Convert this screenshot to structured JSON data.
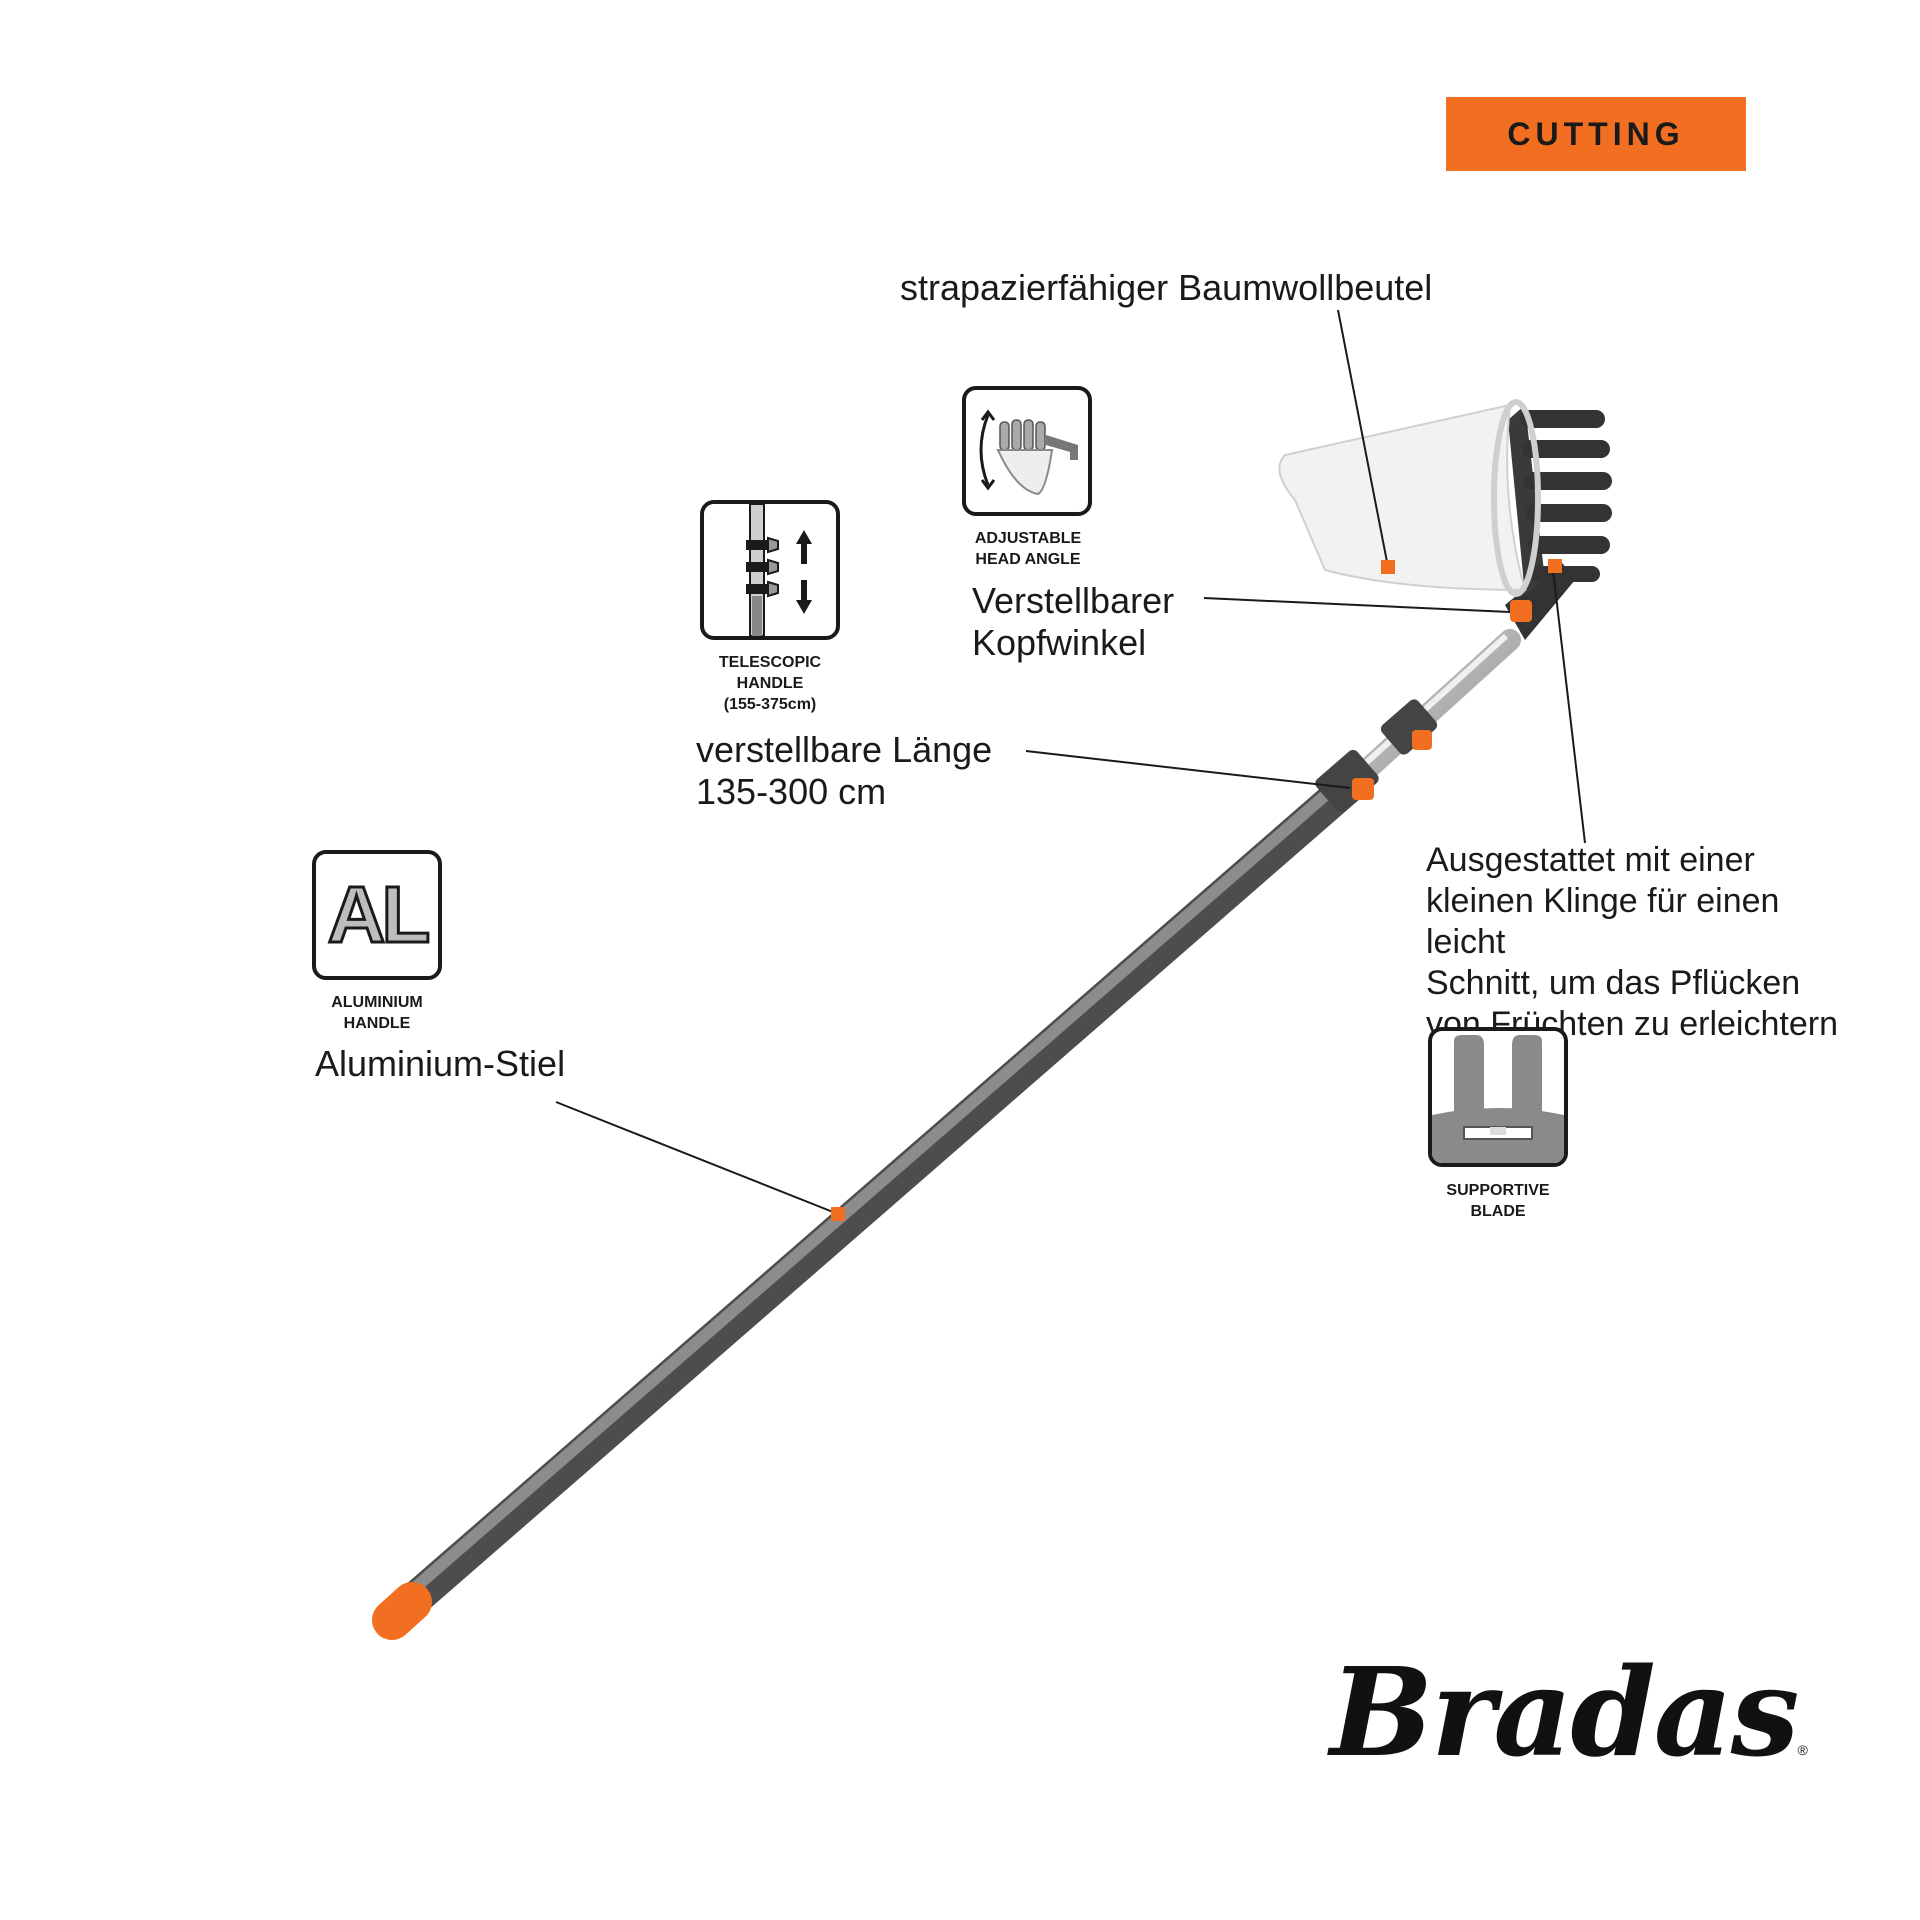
{
  "badge": {
    "text": "CUTTING"
  },
  "callouts": {
    "bag": "strapazierfähiger Baumwollbeutel",
    "head_angle": "Verstellbarer\nKopfwinkel",
    "length": "verstellbare Länge\n135-300 cm",
    "blade": "Ausgestattet mit einer\nkleinen Klinge für einen leicht\nSchnitt, um das Pflücken\nvon Früchten zu erleichtern",
    "handle": "Aluminium-Stiel"
  },
  "icons": {
    "adjustable_head": {
      "name": "adjustable-head-angle-icon",
      "caption": "ADJUSTABLE\nHEAD ANGLE"
    },
    "telescopic": {
      "name": "telescopic-handle-icon",
      "caption": "TELESCOPIC\nHANDLE\n(155-375cm)"
    },
    "aluminium": {
      "name": "aluminium-handle-icon",
      "symbol": "AL",
      "caption": "ALUMINIUM\nHANDLE"
    },
    "supportive_blade": {
      "name": "supportive-blade-icon",
      "caption": "SUPPORTIVE\nBLADE"
    }
  },
  "brand": {
    "logo": "Bradas",
    "registered": "®"
  },
  "colors": {
    "accent": "#f26f21",
    "pole": "#6e6e6e",
    "ink": "#1a1a1a",
    "bag": "#f2f2f2"
  }
}
